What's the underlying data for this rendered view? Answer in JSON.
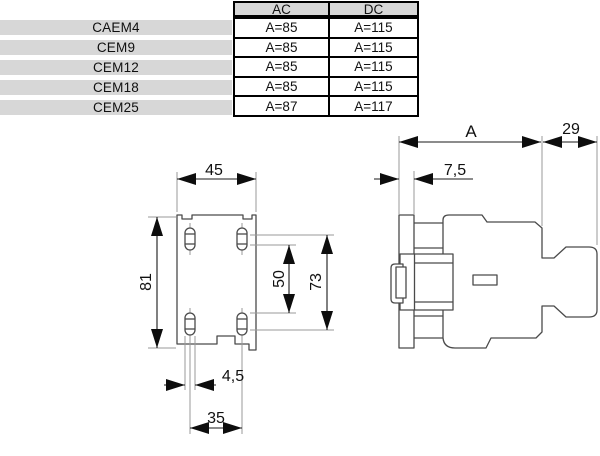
{
  "table": {
    "columns": [
      "AC",
      "DC"
    ],
    "rows": [
      {
        "model": "CAEM4",
        "ac": "A=85",
        "dc": "A=115"
      },
      {
        "model": "CEM9",
        "ac": "A=85",
        "dc": "A=115"
      },
      {
        "model": "CEM12",
        "ac": "A=85",
        "dc": "A=115"
      },
      {
        "model": "CEM18",
        "ac": "A=85",
        "dc": "A=115"
      },
      {
        "model": "CEM25",
        "ac": "A=87",
        "dc": "A=117"
      }
    ]
  },
  "front_view": {
    "dims": {
      "width": "45",
      "height": "81",
      "slot_span_inner": "50",
      "slot_span_outer": "73",
      "slot_width": "4,5",
      "slot_pitch": "35"
    }
  },
  "side_view": {
    "dims": {
      "depth": "A",
      "right_extension": "29",
      "plate_thickness": "7,5"
    }
  },
  "colors": {
    "table_shading": "#d7d7d7",
    "border": "#000000",
    "outline": "#4a4a4a",
    "dimension": "#1a1a1a"
  }
}
